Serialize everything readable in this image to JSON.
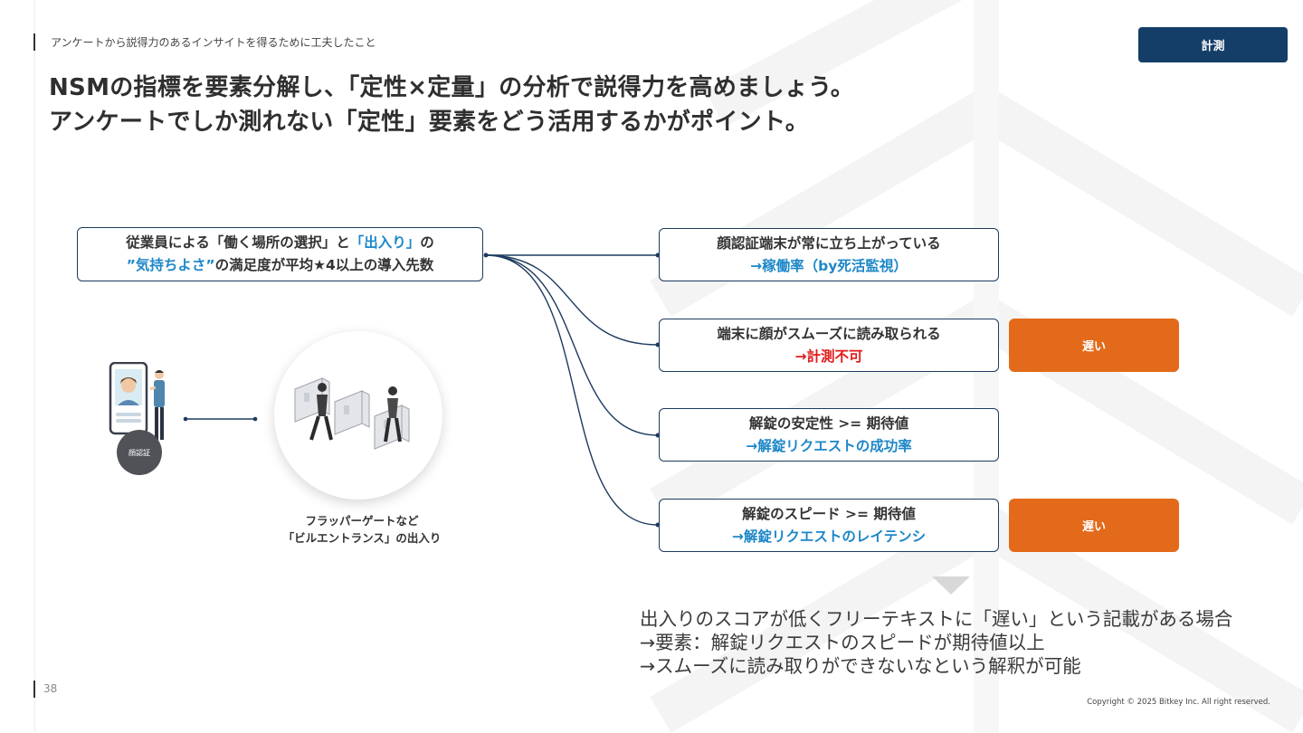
{
  "header": {
    "subtitle": "アンケートから説得力のあるインサイトを得るために工夫したこと",
    "title_line1": "NSMの指標を要素分解し、「定性×定量」の分析で説得力を高めましょう。",
    "title_line2": "アンケートでしか測れない「定性」要素をどう活用するかがポイント。",
    "tag": "計測"
  },
  "root_box": {
    "line1_pre": "従業員による「働く場所の選択」と",
    "line1_highlight": "「出入り」",
    "line1_post": "の",
    "line2_highlight": "”気持ちよさ”",
    "line2_post": "の満足度が平均★4以上の導入先数"
  },
  "factors": [
    {
      "title": "顔認証端末が常に立ち上がっている",
      "metric": "→稼働率（by死活監視）",
      "metric_color": "#1d87c8"
    },
    {
      "title": "端末に顔がスムーズに読み取られる",
      "metric": "→計測不可",
      "metric_color": "#e21a1a"
    },
    {
      "title": "解錠の安定性 >= 期待値",
      "metric": "→解錠リクエストの成功率",
      "metric_color": "#1d87c8"
    },
    {
      "title": "解錠のスピード >= 期待値",
      "metric": "→解錠リクエストのレイテンシ",
      "metric_color": "#1d87c8"
    }
  ],
  "badges": {
    "slow_label": "遅い",
    "color": "#e36a1b"
  },
  "illustration": {
    "face_auth_label": "顔認証",
    "gate_caption_line1": "フラッパーゲートなど",
    "gate_caption_line2": "「ビルエントランス」の出入り"
  },
  "summary": {
    "line1": "出入りのスコアが低くフリーテキストに「遅い」という記載がある場合",
    "line2": "→要素：解錠リクエストのスピードが期待値以上",
    "line3": "→スムーズに読み取りができないなという解釈が可能"
  },
  "footer": {
    "page_number": "38",
    "copyright": "Copyright © 2025 Bitkey Inc. All right reserved."
  },
  "colors": {
    "navy": "#143d68",
    "border": "#1d3b5e",
    "accent_blue": "#1d87c8",
    "accent_red": "#e21a1a"
  }
}
